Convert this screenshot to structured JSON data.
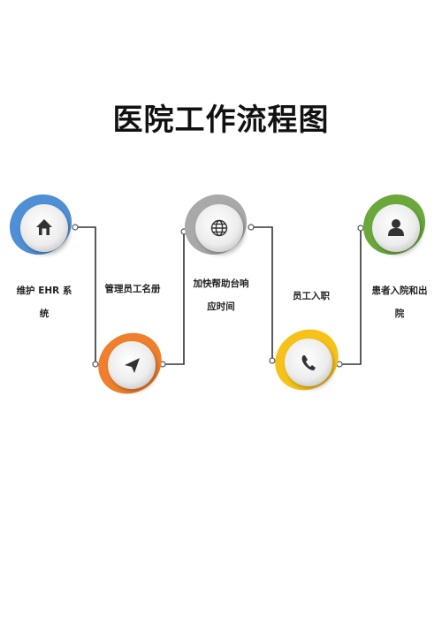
{
  "title": "医院工作流程图",
  "steps": [
    {
      "label_line1": "维护  EHR  系",
      "label_line2": "统",
      "icon": "home-icon",
      "color": "#4f8fd6"
    },
    {
      "label_line1": "管理员工名册",
      "label_line2": "",
      "icon": "paper-plane-icon",
      "color": "#ef7f2c"
    },
    {
      "label_line1": "加快帮助台响",
      "label_line2": "应时间",
      "icon": "globe-icon",
      "color": "#a9a9a9"
    },
    {
      "label_line1": "员工入职",
      "label_line2": "",
      "icon": "phone-icon",
      "color": "#f6c21a"
    },
    {
      "label_line1": "患者入院和出",
      "label_line2": "院",
      "icon": "person-icon",
      "color": "#6aa83c"
    }
  ]
}
